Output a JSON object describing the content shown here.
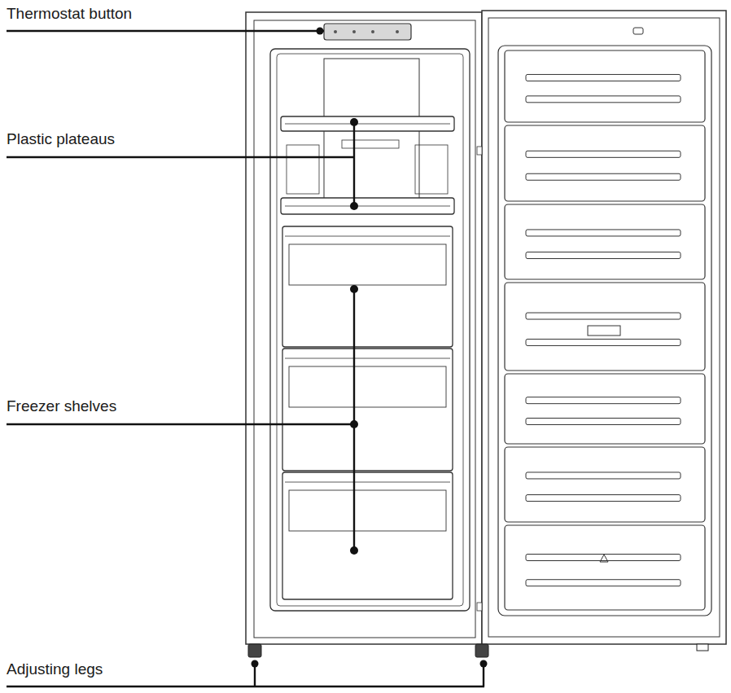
{
  "diagram": {
    "labels": [
      "Thermostat button",
      "Plastic plateaus",
      "Freezer shelves",
      "Adjusting legs"
    ]
  }
}
